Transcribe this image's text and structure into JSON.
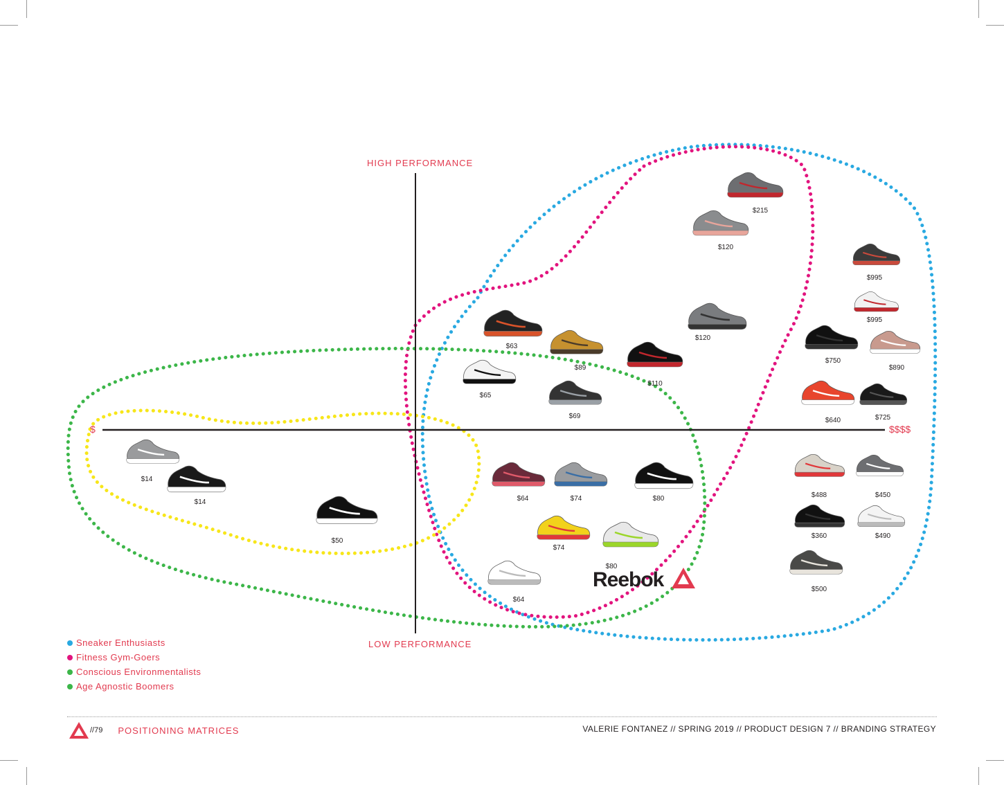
{
  "axes": {
    "top_label": "HIGH PERFORMANCE",
    "bottom_label": "LOW PERFORMANCE",
    "left_label": "$",
    "right_label": "$$$$"
  },
  "products": [
    {
      "id": "p1",
      "price": "$215",
      "color": "#6d6e71",
      "accent": "#c1272d"
    },
    {
      "id": "p2",
      "price": "$120",
      "color": "#8a8c8e",
      "accent": "#e8a59b"
    },
    {
      "id": "p3",
      "price": "$995",
      "color": "#3a3a3a",
      "accent": "#c94a3c"
    },
    {
      "id": "p4",
      "price": "$995",
      "color": "#f2f2f2",
      "accent": "#c1272d"
    },
    {
      "id": "p5",
      "price": "$750",
      "color": "#111111",
      "accent": "#333333"
    },
    {
      "id": "p6",
      "price": "$890",
      "color": "#c89a8e",
      "accent": "#ffffff"
    },
    {
      "id": "p7",
      "price": "$640",
      "color": "#e8452d",
      "accent": "#ffffff"
    },
    {
      "id": "p8",
      "price": "$725",
      "color": "#1a1a1a",
      "accent": "#555555"
    },
    {
      "id": "p9",
      "price": "$120",
      "color": "#7a7c7f",
      "accent": "#333333"
    },
    {
      "id": "p10",
      "price": "$110",
      "color": "#111111",
      "accent": "#c1272d"
    },
    {
      "id": "p11",
      "price": "$63",
      "color": "#222222",
      "accent": "#d9532a"
    },
    {
      "id": "p12",
      "price": "$89",
      "color": "#c6912f",
      "accent": "#4a3b2a"
    },
    {
      "id": "p13",
      "price": "$65",
      "color": "#f4f4f4",
      "accent": "#111111"
    },
    {
      "id": "p14",
      "price": "$69",
      "color": "#333333",
      "accent": "#9aa0a6"
    },
    {
      "id": "p15",
      "price": "$14",
      "color": "#9a9b9d",
      "accent": "#ffffff"
    },
    {
      "id": "p16",
      "price": "$14",
      "color": "#1a1a1a",
      "accent": "#ffffff"
    },
    {
      "id": "p17",
      "price": "$50",
      "color": "#111111",
      "accent": "#ffffff"
    },
    {
      "id": "p18",
      "price": "$64",
      "color": "#6a2a3a",
      "accent": "#e05a6a"
    },
    {
      "id": "p19",
      "price": "$74",
      "color": "#9a9c9f",
      "accent": "#3a6ea5"
    },
    {
      "id": "p20",
      "price": "$80",
      "color": "#111111",
      "accent": "#ffffff"
    },
    {
      "id": "p21",
      "price": "$74",
      "color": "#f2d21b",
      "accent": "#e0383a"
    },
    {
      "id": "p22",
      "price": "$80",
      "color": "#e8e8e8",
      "accent": "#9bd62a"
    },
    {
      "id": "p23",
      "price": "$64",
      "color": "#ffffff",
      "accent": "#bbbbbb"
    },
    {
      "id": "p24",
      "price": "$488",
      "color": "#d8d2c8",
      "accent": "#e0383a"
    },
    {
      "id": "p25",
      "price": "$450",
      "color": "#6d6e71",
      "accent": "#ffffff"
    },
    {
      "id": "p26",
      "price": "$360",
      "color": "#111111",
      "accent": "#333333"
    },
    {
      "id": "p27",
      "price": "$490",
      "color": "#f4f4f4",
      "accent": "#bbbbbb"
    },
    {
      "id": "p28",
      "price": "$500",
      "color": "#4a4a48",
      "accent": "#e8e4dc"
    }
  ],
  "brand_logo": {
    "text": "Reebok",
    "color": "#e23a4f"
  },
  "segments": [
    {
      "label": "Sneaker Enthusiasts",
      "color": "#29a9e1"
    },
    {
      "label": "Fitness Gym-Goers",
      "color": "#e2147e"
    },
    {
      "label": "Conscious Environmentalists",
      "color": "#3cb649"
    },
    {
      "label": "Age Agnostic Boomers",
      "color": "#3cb649"
    }
  ],
  "outline_colors": {
    "yellow": "#f7e61a"
  },
  "footer": {
    "page": "//79",
    "section": "POSITIONING MATRICES",
    "credits": "VALERIE FONTANEZ // SPRING 2019 // PRODUCT DESIGN 7 // BRANDING STRATEGY"
  }
}
